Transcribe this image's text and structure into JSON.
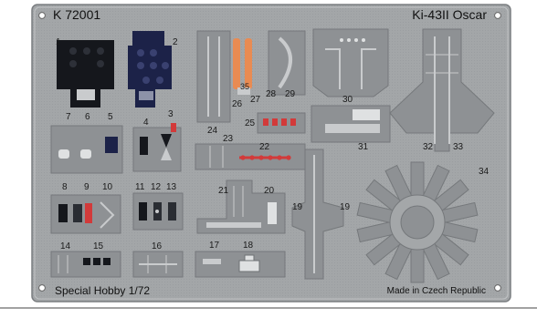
{
  "sheet": {
    "code": "K 72001",
    "model": "Ki-43II Oscar",
    "maker": "Special Hobby 1/72",
    "origin": "Made in Czech Republic"
  },
  "parts": {
    "p1": "1",
    "p2": "2",
    "p3": "3",
    "p4": "4",
    "p5": "5",
    "p6": "6",
    "p7": "7",
    "p8": "8",
    "p9": "9",
    "p10": "10",
    "p11": "11",
    "p12": "12",
    "p13": "13",
    "p14": "14",
    "p15": "15",
    "p16": "16",
    "p17": "17",
    "p18": "18",
    "p19a": "19",
    "p19b": "19",
    "p20": "20",
    "p21": "21",
    "p22": "22",
    "p23": "23",
    "p24": "24",
    "p25": "25",
    "p26": "26",
    "p27": "27",
    "p28": "28",
    "p29": "29",
    "p30": "30",
    "p31": "31",
    "p32": "32",
    "p33": "33",
    "p34": "34",
    "p35": "35"
  },
  "colors": {
    "metal": "#a4a7a9",
    "metal_dark": "#8a8d90",
    "panel_black": "#15171c",
    "panel_blue": "#1c2248",
    "red": "#d23a3a",
    "orange": "#e98b52"
  }
}
